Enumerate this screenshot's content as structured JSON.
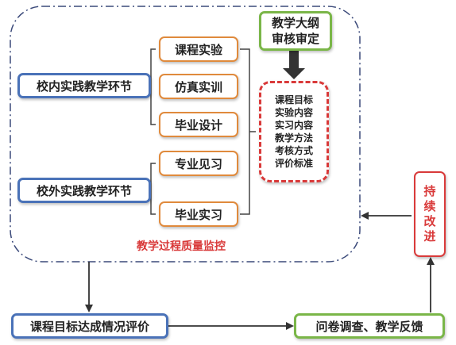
{
  "internal_practice": "校内实践教学环节",
  "external_practice": "校外实践教学环节",
  "internal_items": [
    "课程实验",
    "仿真实训",
    "毕业设计"
  ],
  "external_items": [
    "专业见习",
    "毕业实习"
  ],
  "syllabus_review": [
    "教学大纲",
    "审核审定"
  ],
  "syllabus_contents": [
    "课程目标",
    "实验内容",
    "实习内容",
    "教学方法",
    "考核方式",
    "评价标准"
  ],
  "quality_monitoring": "教学过程质量监控",
  "continuous_improvement": [
    "持",
    "续",
    "改",
    "进"
  ],
  "course_goal_evaluation": "课程目标达成情况评价",
  "feedback": "问卷调查、教学反馈",
  "colors": {
    "blue": "#4a72b8",
    "orange": "#e08a3c",
    "green": "#7ab648",
    "red": "#d93a3a",
    "dashdot": "#3b4a7a"
  }
}
